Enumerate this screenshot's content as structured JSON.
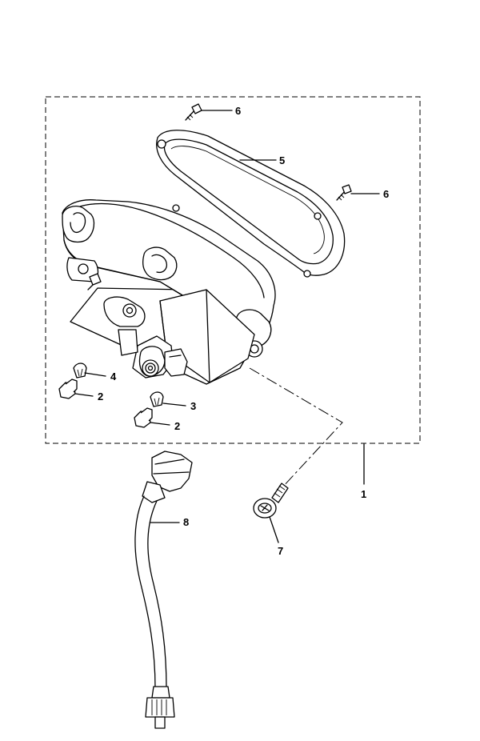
{
  "callouts": [
    {
      "id": "c1",
      "text": "1"
    },
    {
      "id": "c2a",
      "text": "2"
    },
    {
      "id": "c2b",
      "text": "2"
    },
    {
      "id": "c3",
      "text": "3"
    },
    {
      "id": "c4",
      "text": "4"
    },
    {
      "id": "c5",
      "text": "5"
    },
    {
      "id": "c6a",
      "text": "6"
    },
    {
      "id": "c6b",
      "text": "6"
    },
    {
      "id": "c7",
      "text": "7"
    },
    {
      "id": "c8",
      "text": "8"
    }
  ]
}
